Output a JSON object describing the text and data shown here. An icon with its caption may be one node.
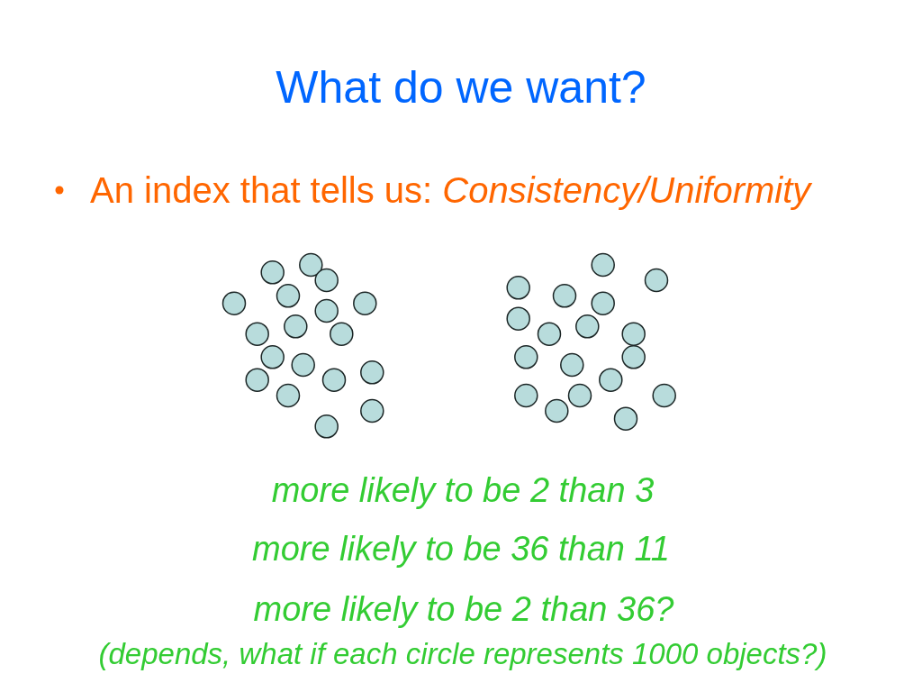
{
  "diagram": {
    "title": "What do we want?",
    "labels": [
      "An index that tells us: *Consistency/Uniformity*",
      "more likely to be 2 than 3",
      "more likely to be 36 than 11",
      "more likely to be 2 than 36?",
      "(depends, what if each circle represents 1000 objects?)"
    ]
  }
}
